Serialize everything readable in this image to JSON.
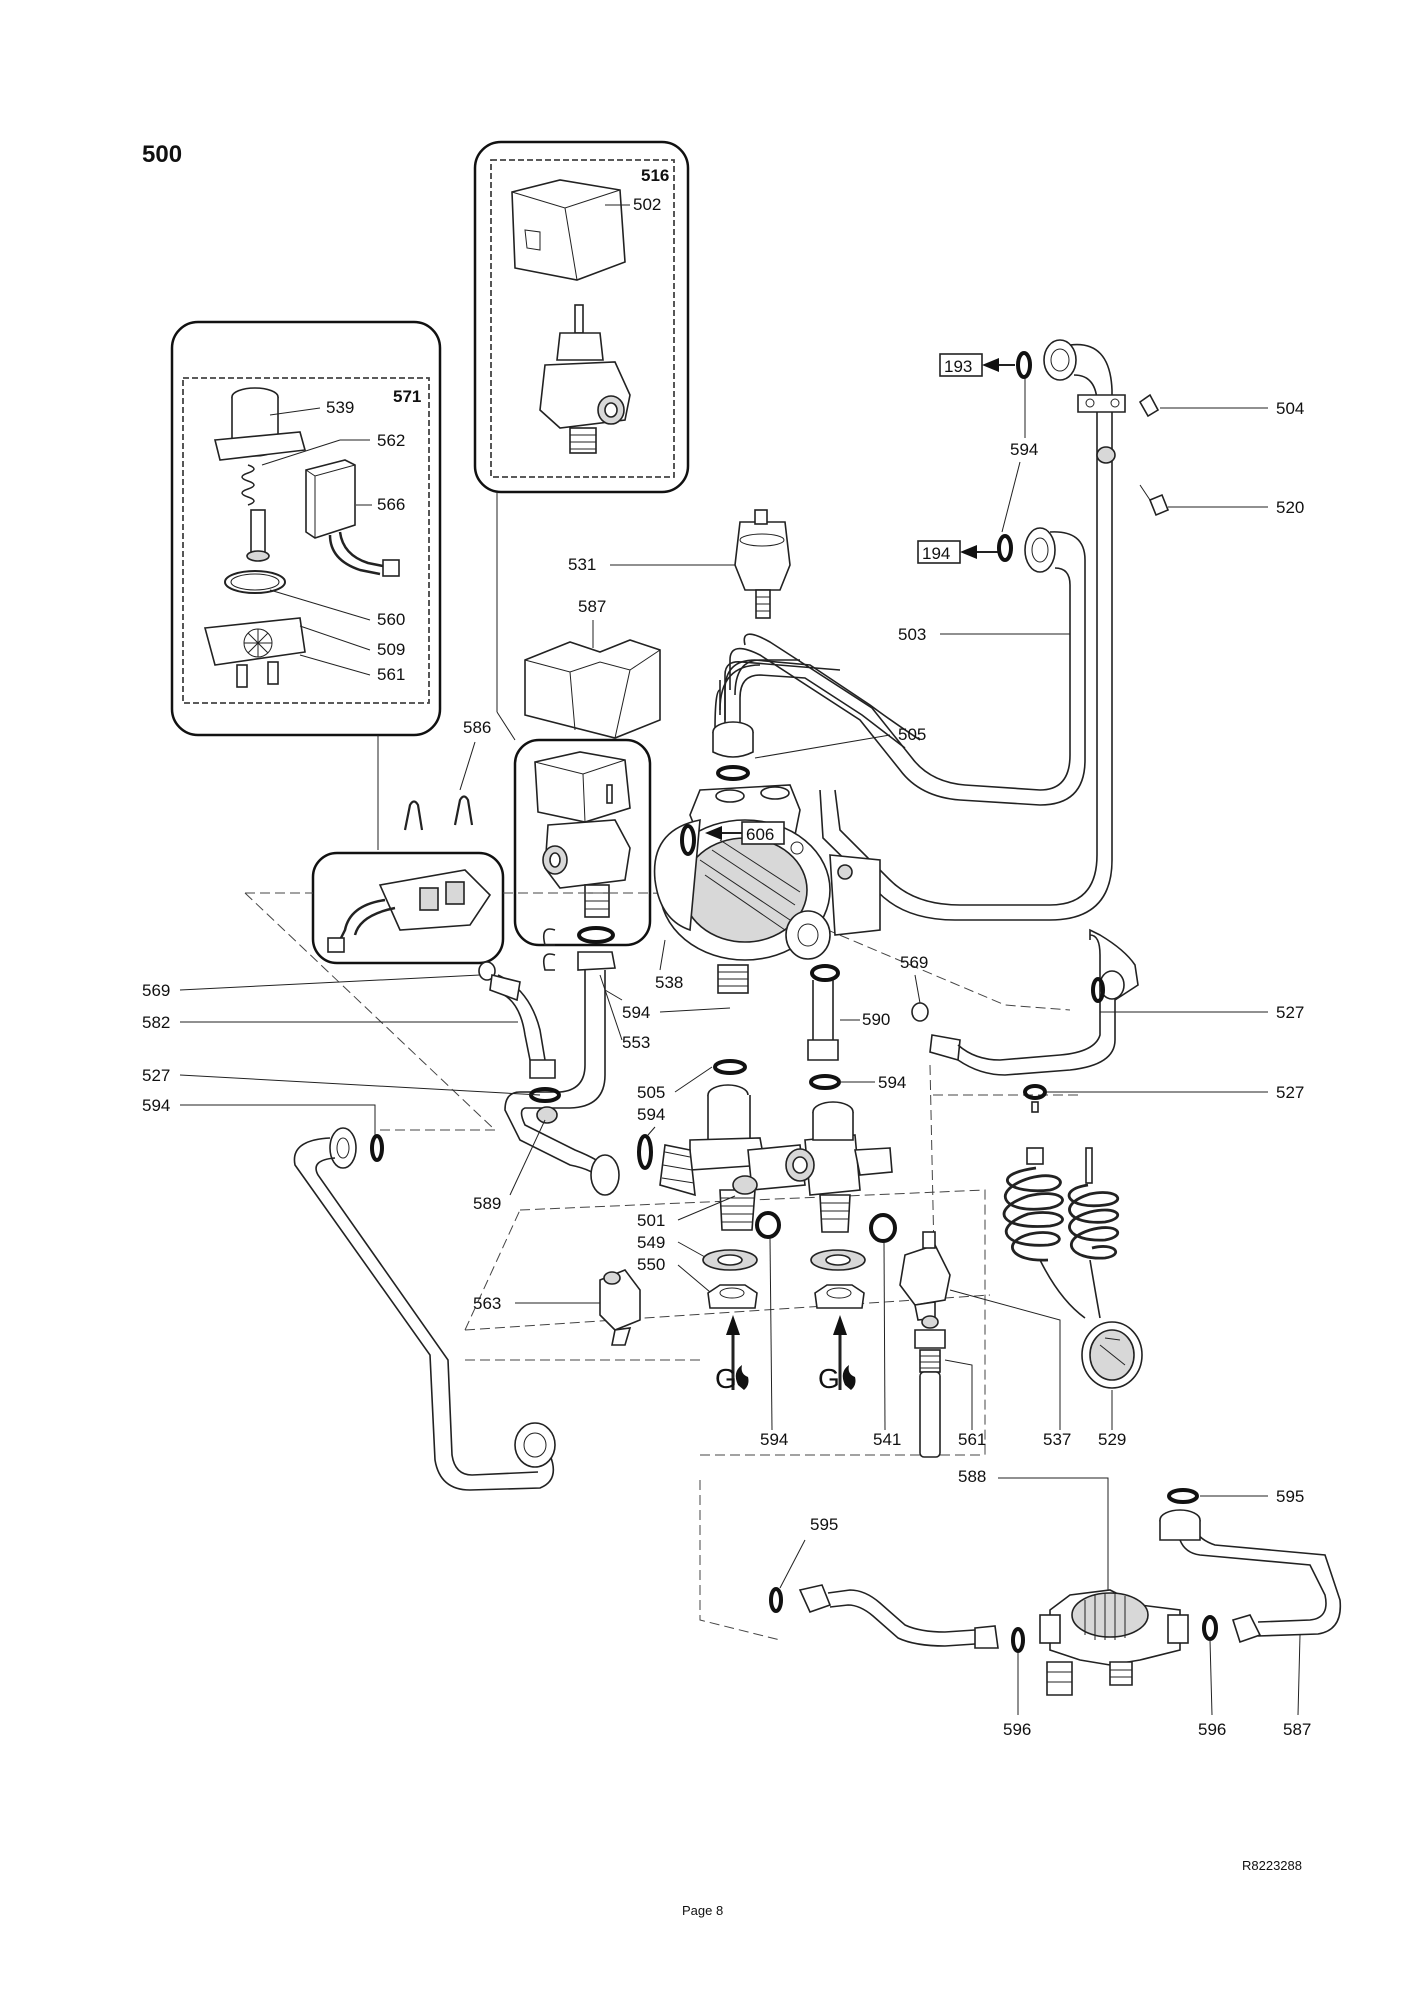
{
  "page": {
    "assembly_number": "500",
    "drawing_ref": "R8223288",
    "page_label": "Page 8"
  },
  "inset_labels": {
    "upper_box": "516",
    "left_box": "571"
  },
  "callouts": {
    "c502": "502",
    "c539": "539",
    "c562": "562",
    "c566": "566",
    "c560": "560",
    "c509": "509",
    "c561a": "561",
    "c193": "193",
    "c594a": "594",
    "c504": "504",
    "c520": "520",
    "c194": "194",
    "c531": "531",
    "c587a": "587",
    "c503": "503",
    "c586": "586",
    "c505a": "505",
    "c606": "606",
    "c569a": "569",
    "c569b": "569",
    "c582": "582",
    "c538": "538",
    "c594b": "594",
    "c553": "553",
    "c590": "590",
    "c527a": "527",
    "c527b": "527",
    "c527c": "527",
    "c505b": "505",
    "c594c": "594",
    "c594d": "594",
    "c594e": "594",
    "c589": "589",
    "c501": "501",
    "c549": "549",
    "c550": "550",
    "c563": "563",
    "c594f": "594",
    "c541": "541",
    "c561b": "561",
    "c537": "537",
    "c529": "529",
    "c588": "588",
    "c595a": "595",
    "c595b": "595",
    "c596a": "596",
    "c596b": "596",
    "c587b": "587"
  },
  "gas_symbols": {
    "left": "G",
    "right": "G"
  }
}
